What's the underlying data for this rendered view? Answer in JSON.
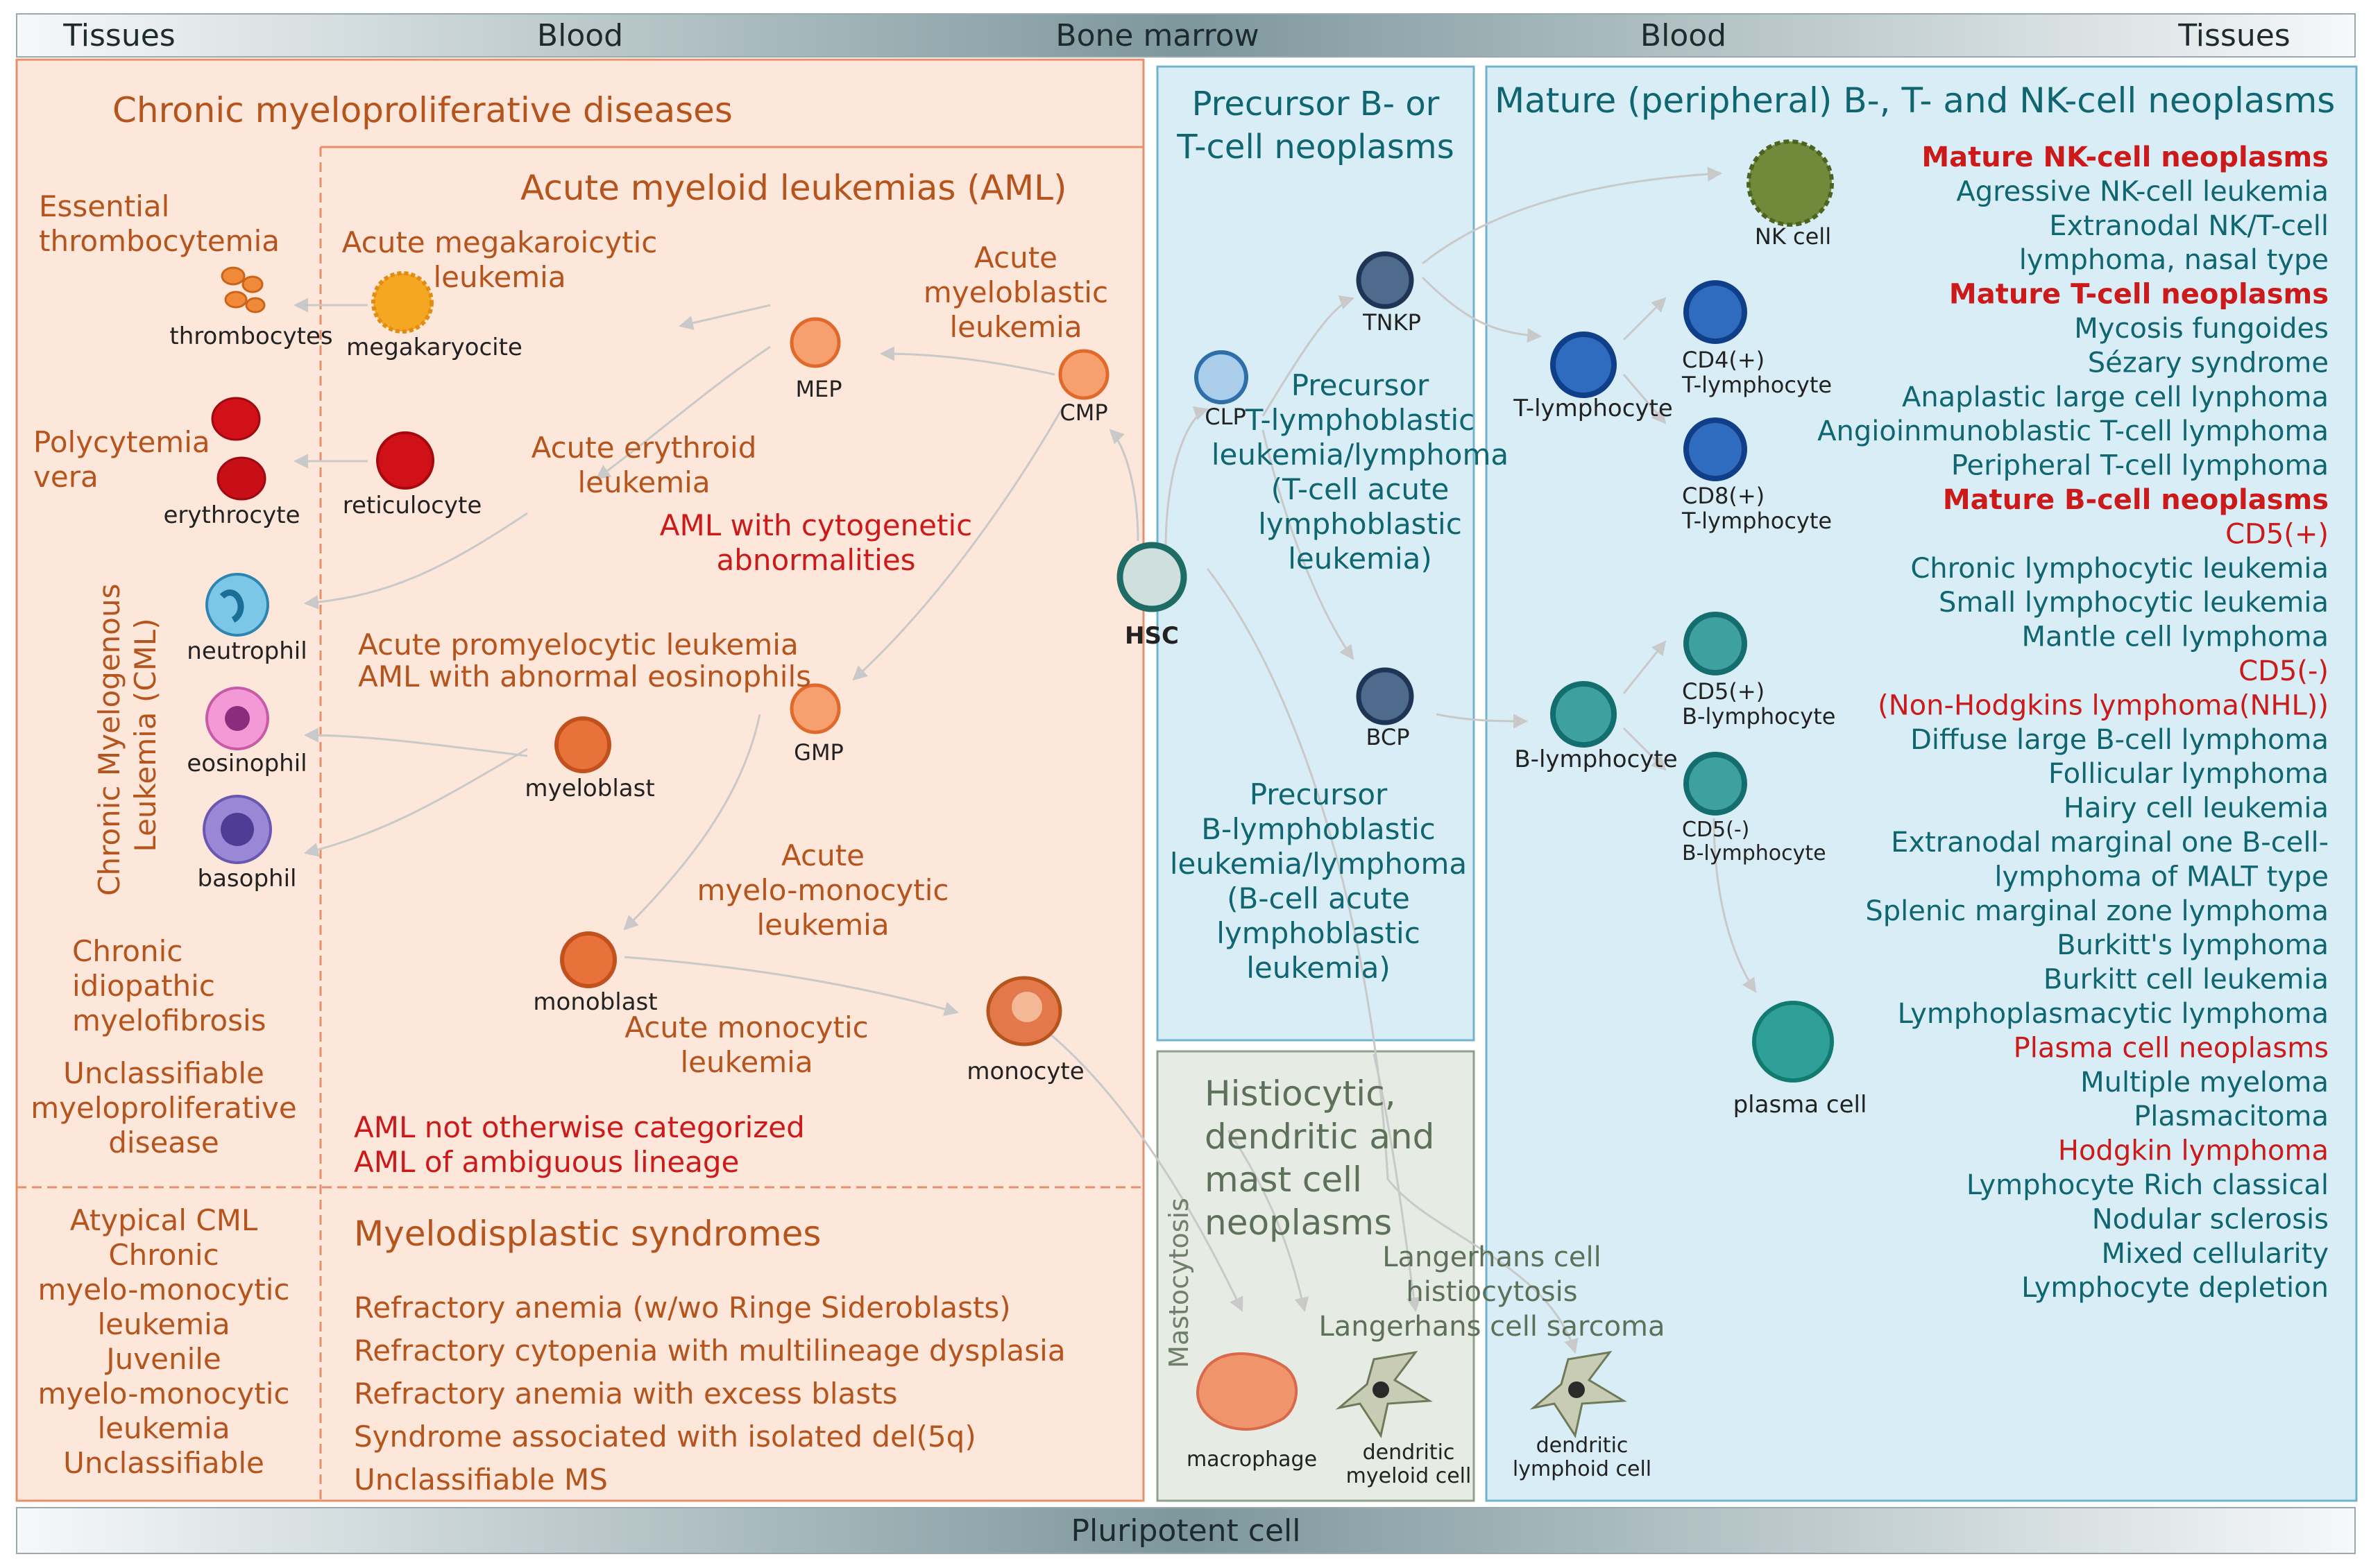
{
  "colors": {
    "myeloid_fill": "#fde7db",
    "myeloid_border": "#e8906c",
    "myeloid_text": "#b5541c",
    "red_text": "#cc1a1a",
    "lymphoid_fill": "#d8edf5",
    "lymphoid_border": "#6fb4cc",
    "lymphoid_text": "#0f6670",
    "histio_fill": "#e6ebe4",
    "histio_border": "#8fa28b",
    "histio_text": "#5d7059",
    "bar_light": "#f4f6f7",
    "bar_dark": "#8aa3a8",
    "arrow": "#c9c9c9"
  },
  "header": {
    "tissues_left": "Tissues",
    "blood_left": "Blood",
    "bone_marrow": "Bone marrow",
    "blood_right": "Blood",
    "tissues_right": "Tissues"
  },
  "footer": {
    "label": "Pluripotent cell"
  },
  "myeloid": {
    "cmpd_title": "Chronic myeloproliferative diseases",
    "aml_title": "Acute myeloid leukemias (AML)",
    "mds_title": "Myelodisplastic syndromes",
    "essential_thrombocytemia": [
      "Essential",
      "thrombocytemia"
    ],
    "polycythemia_vera": [
      "Polycytemia",
      "vera"
    ],
    "cml_vertical": [
      "Chronic Myelogenous",
      "Leukemia (CML)"
    ],
    "chronic_idiopathic": [
      "Chronic",
      "idiopathic",
      "myelofibrosis"
    ],
    "unclassifiable_mpd": [
      "Unclassifiable",
      "myeloproliferative",
      "disease"
    ],
    "bottom_left": [
      "Atypical CML",
      "Chronic",
      "myelo-monocytic",
      "leukemia",
      "Juvenile",
      "myelo-monocytic",
      "leukemia",
      "Unclassifiable"
    ],
    "acute_megakaryocytic": [
      "Acute megakaroicytic",
      "leukemia"
    ],
    "acute_myeloblastic": [
      "Acute",
      "myeloblastic",
      "leukemia"
    ],
    "acute_erythroid": [
      "Acute erythroid",
      "leukemia"
    ],
    "aml_cytogenetic": [
      "AML with cytogenetic",
      "abnormalities"
    ],
    "acute_promyelocytic": [
      "Acute promyelocytic leukemia",
      "AML with abnormal eosinophils"
    ],
    "acute_myelomonocytic": [
      "Acute",
      "myelo-monocytic",
      "leukemia"
    ],
    "acute_monocytic": [
      "Acute monocytic",
      "leukemia"
    ],
    "aml_other": [
      "AML not otherwise categorized",
      "AML of ambiguous lineage"
    ],
    "mds_items": [
      "Refractory anemia (w/wo Ringe Sideroblasts)",
      "Refractory cytopenia with multilineage dysplasia",
      "Refractory anemia with excess blasts",
      "Syndrome associated with isolated del(5q)",
      "Unclassifiable MS"
    ]
  },
  "precursor": {
    "title": [
      "Precursor B- or",
      "T-cell neoplasms"
    ],
    "t_text": [
      "Precursor",
      "T-lymphoblastic",
      "leukemia/lymphoma",
      "(T-cell acute",
      "lymphoblastic",
      "leukemia)"
    ],
    "b_text": [
      "Precursor",
      "B-lymphoblastic",
      "leukemia/lymphoma",
      "(B-cell acute",
      "lymphoblastic",
      "leukemia)"
    ]
  },
  "histio": {
    "title": [
      "Histiocytic,",
      "dendritic and",
      "mast cell",
      "neoplasms"
    ],
    "mastocytosis": "Mastocytosis",
    "langerhans": [
      "Langerhans cell",
      "histiocytosis",
      "Langerhans cell sarcoma"
    ]
  },
  "mature": {
    "title": "Mature (peripheral) B-, T- and NK-cell neoplasms",
    "list": [
      {
        "t": "Mature NK-cell neoplasms",
        "k": "head"
      },
      {
        "t": "Agressive NK-cell leukemia",
        "k": "item"
      },
      {
        "t": "Extranodal NK/T-cell",
        "k": "item"
      },
      {
        "t": "lymphoma, nasal type",
        "k": "item"
      },
      {
        "t": "Mature T-cell neoplasms",
        "k": "head"
      },
      {
        "t": "Mycosis fungoides",
        "k": "item"
      },
      {
        "t": "Sézary syndrome",
        "k": "item"
      },
      {
        "t": "Anaplastic large cell lynphoma",
        "k": "item"
      },
      {
        "t": "Angioinmunoblastic T-cell lymphoma",
        "k": "item"
      },
      {
        "t": "Peripheral T-cell lymphoma",
        "k": "item"
      },
      {
        "t": "Mature B-cell neoplasms",
        "k": "head"
      },
      {
        "t": "CD5(+)",
        "k": "red"
      },
      {
        "t": "Chronic lymphocytic leukemia",
        "k": "item"
      },
      {
        "t": "Small lymphocytic leukemia",
        "k": "item"
      },
      {
        "t": "Mantle cell lymphoma",
        "k": "item"
      },
      {
        "t": "CD5(-)",
        "k": "red"
      },
      {
        "t": "(Non-Hodgkins lymphoma(NHL))",
        "k": "red"
      },
      {
        "t": "Diffuse large B-cell lymphoma",
        "k": "item"
      },
      {
        "t": "Follicular lymphoma",
        "k": "item"
      },
      {
        "t": "Hairy cell leukemia",
        "k": "item"
      },
      {
        "t": "Extranodal marginal one B-cell-",
        "k": "item"
      },
      {
        "t": "lymphoma of MALT type",
        "k": "item"
      },
      {
        "t": "Splenic marginal zone lymphoma",
        "k": "item"
      },
      {
        "t": "Burkitt's lymphoma",
        "k": "item"
      },
      {
        "t": "Burkitt cell leukemia",
        "k": "item"
      },
      {
        "t": "Lymphoplasmacytic lymphoma",
        "k": "item"
      },
      {
        "t": "Plasma cell neoplasms",
        "k": "red"
      },
      {
        "t": "Multiple myeloma",
        "k": "item"
      },
      {
        "t": "Plasmacitoma",
        "k": "item"
      },
      {
        "t": "Hodgkin lymphoma",
        "k": "red"
      },
      {
        "t": "Lymphocyte Rich classical",
        "k": "item"
      },
      {
        "t": "Nodular sclerosis",
        "k": "item"
      },
      {
        "t": "Mixed cellularity",
        "k": "item"
      },
      {
        "t": "Lymphocyte depletion",
        "k": "item"
      }
    ]
  },
  "cells": {
    "hsc": "HSC",
    "cmp": "CMP",
    "mep": "MEP",
    "gmp": "GMP",
    "megakaryocite": "megakaryocite",
    "thrombocytes": "thrombocytes",
    "reticulocyte": "reticulocyte",
    "erythrocyte": "erythrocyte",
    "neutrophil": "neutrophil",
    "eosinophil": "eosinophil",
    "basophil": "basophil",
    "myeloblast": "myeloblast",
    "monoblast": "monoblast",
    "monocyte": "monocyte",
    "clp": "CLP",
    "tnkp": "TNKP",
    "bcp": "BCP",
    "nk_cell": "NK cell",
    "t_lymphocyte": "T-lymphocyte",
    "cd4": [
      "CD4(+)",
      "T-lymphocyte"
    ],
    "cd8": [
      "CD8(+)",
      "T-lymphocyte"
    ],
    "b_lymphocyte": "B-lymphocyte",
    "cd5p": [
      "CD5(+)",
      "B-lymphocyte"
    ],
    "cd5n": [
      "CD5(-)",
      "B-lymphocyte"
    ],
    "plasma_cell": "plasma cell",
    "macrophage": "macrophage",
    "dendritic_myeloid": [
      "dendritic",
      "myeloid cell"
    ],
    "dendritic_lymphoid": [
      "dendritic",
      "lymphoid cell"
    ]
  }
}
